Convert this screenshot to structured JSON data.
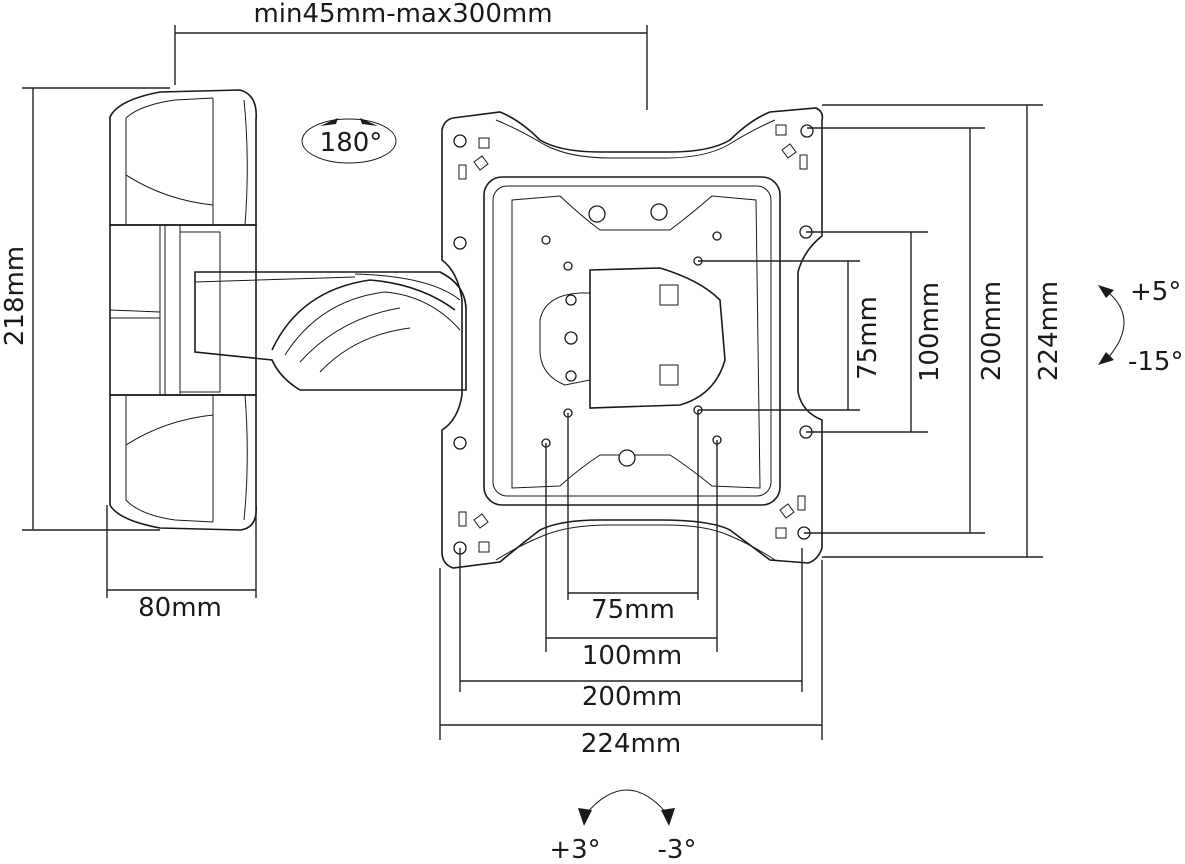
{
  "dimensions": {
    "arm_extension": "min45mm-max300mm",
    "swivel": "180°",
    "bracket_height": "218mm",
    "bracket_width": "80mm",
    "vesa_v_75": "75mm",
    "vesa_v_100": "100mm",
    "vesa_v_200": "200mm",
    "plate_height": "224mm",
    "vesa_h_75": "75mm",
    "vesa_h_100": "100mm",
    "vesa_h_200": "200mm",
    "plate_width": "224mm"
  },
  "tilt": {
    "up": "+5°",
    "down": "-15°"
  },
  "level": {
    "plus": "+3°",
    "minus": "-3°"
  }
}
